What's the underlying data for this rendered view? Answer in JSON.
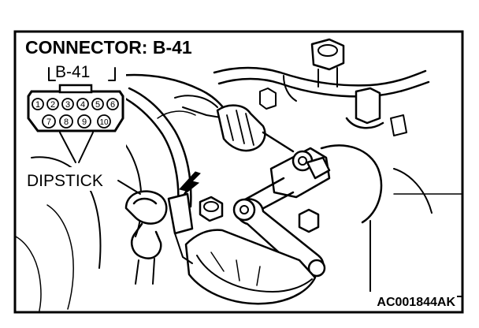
{
  "diagram": {
    "connector_title": "CONNECTOR: B-41",
    "connector_id": "B-41",
    "pins_top": [
      "1",
      "2",
      "3",
      "4",
      "5",
      "6"
    ],
    "pins_bottom": [
      "7",
      "8",
      "9",
      "10"
    ],
    "component_label": "DIPSTICK",
    "figure_code": "AC001844AK"
  }
}
